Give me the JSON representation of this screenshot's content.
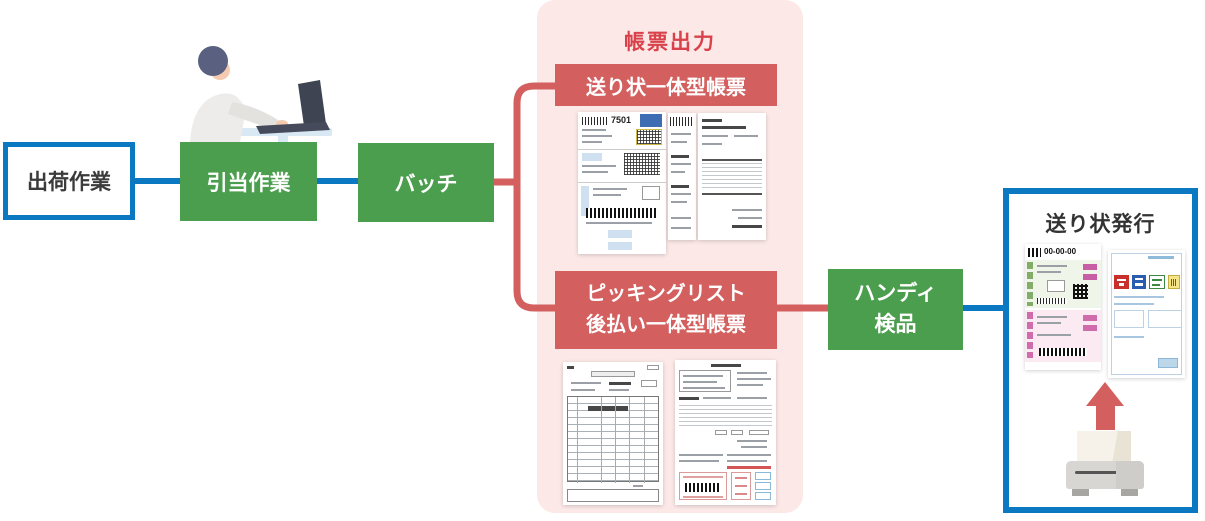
{
  "flow": {
    "shipping_work": "出荷作業",
    "allocation_work": "引当作業",
    "batch": "バッチ",
    "handy_inspection_line1": "ハンディ",
    "handy_inspection_line2": "検品"
  },
  "form_output_panel": {
    "title": "帳票出力",
    "invoice_integrated_form": "送り状一体型帳票",
    "picking_list_line1": "ピッキングリスト",
    "picking_list_line2": "後払い一体型帳票",
    "sample_doc_number": "7501"
  },
  "invoice_issue_panel": {
    "title": "送り状発行",
    "label_tracking_number": "00-00-00"
  },
  "colors": {
    "flow_blue": "#0B79C1",
    "flow_green": "#4B9E4E",
    "flow_red": "#D35F5F",
    "title_red": "#D9424B",
    "panel_pink": "#FBE8E7"
  }
}
